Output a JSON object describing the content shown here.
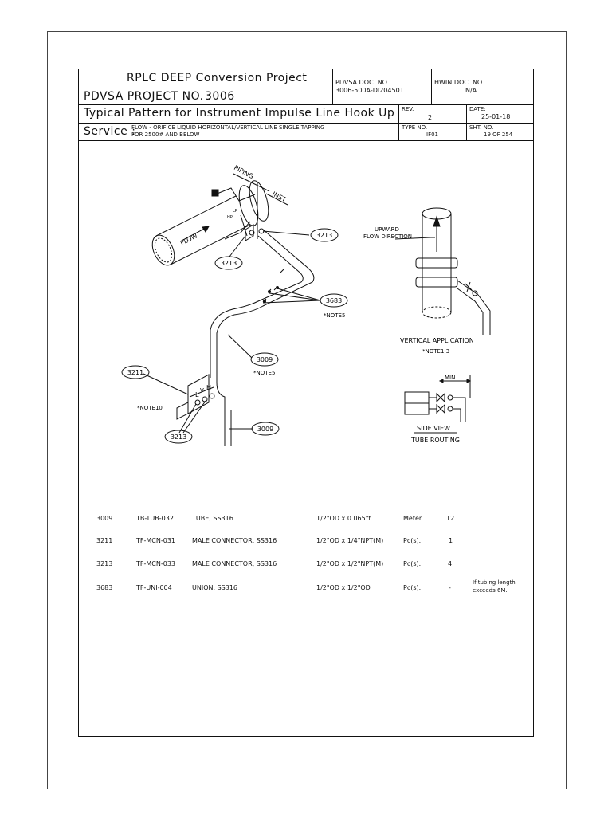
{
  "title_block": {
    "project": "RPLC DEEP Conversion Project",
    "project_no_label": "PDVSA PROJECT NO. :",
    "project_no": "3006",
    "pdvsa_doc_label": "PDVSA DOC. NO.",
    "pdvsa_doc_no": "3006-500A-DI204501",
    "hwin_doc_label": "HWIN DOC. NO.",
    "hwin_doc_no": "N/A",
    "drawing_title": "Typical Pattern for Instrument Impulse Line Hook Up",
    "rev_label": "REV.",
    "rev": "2",
    "date_label": "DATE:",
    "date": "25-01-18",
    "service_label": "Service :",
    "service_line1": "FLOW - ORIFICE LIQUID HORIZONTAL/VERTICAL LINE SINGLE TAPPING",
    "service_line2": "FOR 2500# AND BELOW",
    "type_label": "TYPE NO.",
    "type_no": "IF01",
    "sht_label": "SHT. NO.",
    "sht_no": "19 OF 254"
  },
  "drawing": {
    "piping": "PIPING",
    "inst": "INST",
    "flow": "FLOW",
    "hp": "HP",
    "lp": "LP",
    "tag_3213": "3213",
    "tag_3683": "3683",
    "tag_3009": "3009",
    "tag_3211": "3211",
    "note5": "*NOTE5",
    "note10": "*NOTE10",
    "l": "L",
    "v": "V",
    "h": "H",
    "upward": "UPWARD",
    "flow_direction": "FLOW DIRECTION",
    "vertical_application": "VERTICAL APPLICATION",
    "note13": "*NOTE1,3",
    "min": "MIN",
    "side_view": "SIDE VIEW",
    "tube_routing": "TUBE ROUTING"
  },
  "bom": [
    {
      "item": "3009",
      "code": "TB-TUB-032",
      "desc": "TUBE, SS316",
      "size": "1/2\"OD x 0.065\"t",
      "unit": "Meter",
      "qty": "12",
      "remark1": "",
      "remark2": ""
    },
    {
      "item": "3211",
      "code": "TF-MCN-031",
      "desc": "MALE CONNECTOR, SS316",
      "size": "1/2\"OD x 1/4\"NPT(M)",
      "unit": "Pc(s).",
      "qty": "1",
      "remark1": "",
      "remark2": ""
    },
    {
      "item": "3213",
      "code": "TF-MCN-033",
      "desc": "MALE CONNECTOR, SS316",
      "size": "1/2\"OD x 1/2\"NPT(M)",
      "unit": "Pc(s).",
      "qty": "4",
      "remark1": "",
      "remark2": ""
    },
    {
      "item": "3683",
      "code": "TF-UNI-004",
      "desc": "UNION, SS316",
      "size": "1/2\"OD x 1/2\"OD",
      "unit": "Pc(s).",
      "qty": "-",
      "remark1": "If tubing length",
      "remark2": "exceeds 6M."
    }
  ]
}
